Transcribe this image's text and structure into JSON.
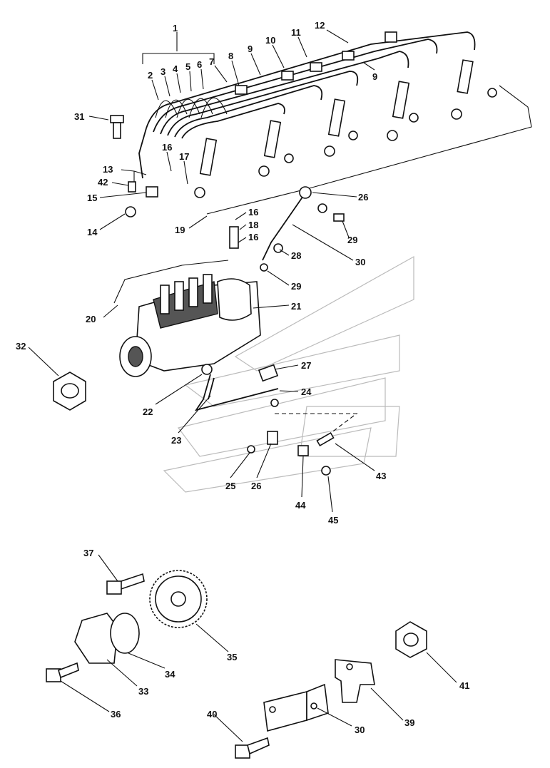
{
  "callouts": [
    {
      "id": "c1",
      "text": "1"
    },
    {
      "id": "c2",
      "text": "2"
    },
    {
      "id": "c3",
      "text": "3"
    },
    {
      "id": "c4",
      "text": "4"
    },
    {
      "id": "c5",
      "text": "5"
    },
    {
      "id": "c6",
      "text": "6"
    },
    {
      "id": "c7",
      "text": "7"
    },
    {
      "id": "c8",
      "text": "8"
    },
    {
      "id": "c9a",
      "text": "9"
    },
    {
      "id": "c10",
      "text": "10"
    },
    {
      "id": "c11",
      "text": "11"
    },
    {
      "id": "c12",
      "text": "12"
    },
    {
      "id": "c9b",
      "text": "9"
    },
    {
      "id": "c31",
      "text": "31"
    },
    {
      "id": "c16a",
      "text": "16"
    },
    {
      "id": "c17",
      "text": "17"
    },
    {
      "id": "c13",
      "text": "13"
    },
    {
      "id": "c42",
      "text": "42"
    },
    {
      "id": "c15",
      "text": "15"
    },
    {
      "id": "c14",
      "text": "14"
    },
    {
      "id": "c19",
      "text": "19"
    },
    {
      "id": "c16b",
      "text": "16"
    },
    {
      "id": "c18",
      "text": "18"
    },
    {
      "id": "c16c",
      "text": "16"
    },
    {
      "id": "c26a",
      "text": "26"
    },
    {
      "id": "c29a",
      "text": "29"
    },
    {
      "id": "c30a",
      "text": "30"
    },
    {
      "id": "c28",
      "text": "28"
    },
    {
      "id": "c29b",
      "text": "29"
    },
    {
      "id": "c20",
      "text": "20"
    },
    {
      "id": "c21",
      "text": "21"
    },
    {
      "id": "c32",
      "text": "32"
    },
    {
      "id": "c27",
      "text": "27"
    },
    {
      "id": "c24",
      "text": "24"
    },
    {
      "id": "c22",
      "text": "22"
    },
    {
      "id": "c23",
      "text": "23"
    },
    {
      "id": "c25",
      "text": "25"
    },
    {
      "id": "c26b",
      "text": "26"
    },
    {
      "id": "c43",
      "text": "43"
    },
    {
      "id": "c44",
      "text": "44"
    },
    {
      "id": "c45",
      "text": "45"
    },
    {
      "id": "c37",
      "text": "37"
    },
    {
      "id": "c35",
      "text": "35"
    },
    {
      "id": "c34",
      "text": "34"
    },
    {
      "id": "c33",
      "text": "33"
    },
    {
      "id": "c36",
      "text": "36"
    },
    {
      "id": "c41",
      "text": "41"
    },
    {
      "id": "c39",
      "text": "39"
    },
    {
      "id": "c40",
      "text": "40"
    },
    {
      "id": "c30b",
      "text": "30"
    }
  ]
}
